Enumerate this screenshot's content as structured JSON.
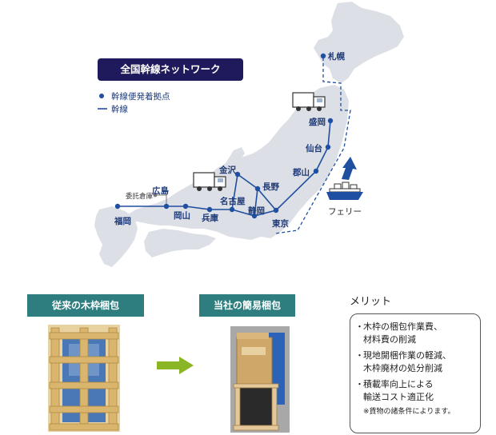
{
  "title": "全国幹線ネットワーク",
  "legend": {
    "hub_label": "幹線便発着拠点",
    "line_label": "幹線"
  },
  "cities": {
    "sapporo": "札幌",
    "morioka": "盛岡",
    "sendai": "仙台",
    "koriyama": "郡山",
    "tokyo": "東京",
    "shizuoka": "静岡",
    "nagano": "長野",
    "kanazawa": "金沢",
    "nagoya": "名古屋",
    "hyogo": "兵庫",
    "okayama": "岡山",
    "hiroshima": "広島",
    "fukuoka": "福岡",
    "itaku": "委託倉庫"
  },
  "ferry_label": "フェリー",
  "comparison": {
    "before_label": "従来の木枠梱包",
    "after_label": "当社の簡易梱包"
  },
  "merit": {
    "title": "メリット",
    "items": [
      {
        "line1": "木枠の梱包作業費、",
        "line2": "材料費の削減"
      },
      {
        "line1": "現地開梱作業の軽減、",
        "line2": "木枠廃材の処分削減"
      },
      {
        "line1": "積載率向上による",
        "line2": "輸送コスト適正化"
      }
    ],
    "note": "※貨物の諸条件によります。"
  },
  "colors": {
    "navy": "#1f1a5c",
    "route": "#1f4fa0",
    "map_land": "#dcdfe5",
    "tab_teal": "#2e7e7f",
    "arrow_green": "#8ab524"
  }
}
